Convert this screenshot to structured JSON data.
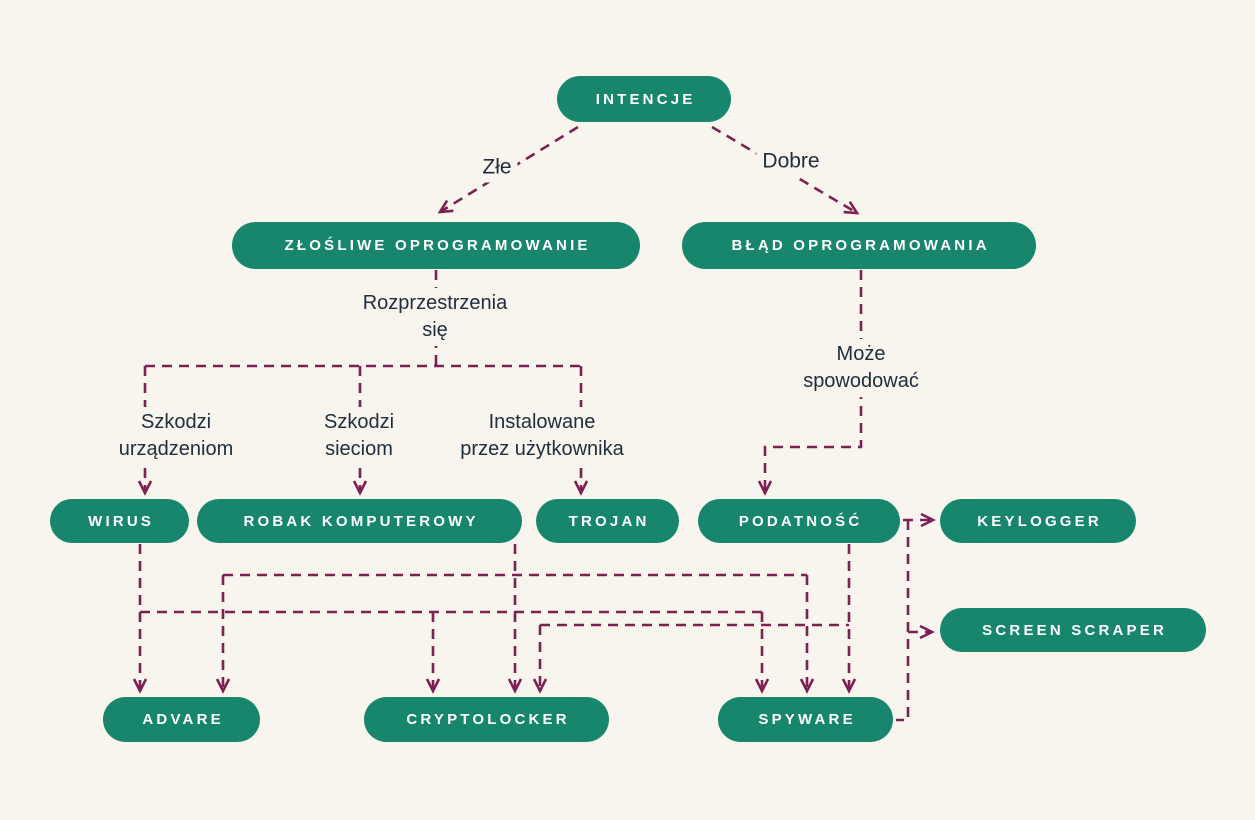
{
  "palette": {
    "background": "#f7f5ee",
    "node_fill": "#17866c",
    "node_text": "#ffffff",
    "edge_color": "#7e2152",
    "label_text": "#212e3d"
  },
  "nodes": {
    "intencje": "INTENCJE",
    "zlosliwe_oprogramowanie": "ZŁOŚLIWE OPROGRAMOWANIE",
    "blad_oprogramowania": "BŁĄD OPROGRAMOWANIA",
    "wirus": "WIRUS",
    "robak_komputerowy": "ROBAK KOMPUTEROWY",
    "trojan": "TROJAN",
    "podatnosc": "PODATNOŚĆ",
    "keylogger": "KEYLOGGER",
    "screen_scraper": "SCREEN SCRAPER",
    "advare": "ADVARE",
    "cryptolocker": "CRYPTOLOCKER",
    "spyware": "SPYWARE"
  },
  "edge_labels": {
    "zle": "Złe",
    "dobre": "Dobre",
    "rozprzestrzenia": {
      "line1": "Rozprzestrzenia",
      "line2": "się"
    },
    "szkodzi_urzadzeniom": {
      "line1": "Szkodzi",
      "line2": "urządzeniom"
    },
    "szkodzi_sieciom": {
      "line1": "Szkodzi",
      "line2": "sieciom"
    },
    "instalowane": {
      "line1": "Instalowane",
      "line2": "przez użytkownika"
    },
    "moze_spowodowac": {
      "line1": "Może",
      "line2": "spowodować"
    }
  },
  "edges": [
    {
      "from": "INTENCJE",
      "to": "ZŁOŚLIWE OPROGRAMOWANIE",
      "label": "Złe"
    },
    {
      "from": "INTENCJE",
      "to": "BŁĄD OPROGRAMOWANIA",
      "label": "Dobre"
    },
    {
      "from": "ZŁOŚLIWE OPROGRAMOWANIE",
      "to": "WIRUS",
      "label": "Rozprzestrzenia się · Szkodzi urządzeniom"
    },
    {
      "from": "ZŁOŚLIWE OPROGRAMOWANIE",
      "to": "ROBAK KOMPUTEROWY",
      "label": "Rozprzestrzenia się · Szkodzi sieciom"
    },
    {
      "from": "ZŁOŚLIWE OPROGRAMOWANIE",
      "to": "TROJAN",
      "label": "Rozprzestrzenia się · Instalowane przez użytkownika"
    },
    {
      "from": "BŁĄD OPROGRAMOWANIA",
      "to": "PODATNOŚĆ",
      "label": "Może spowodować"
    },
    {
      "from": "WIRUS",
      "to": "ADVARE"
    },
    {
      "from": "WIRUS",
      "to": "CRYPTOLOCKER"
    },
    {
      "from": "WIRUS",
      "to": "SPYWARE"
    },
    {
      "from": "ROBAK KOMPUTEROWY / TROJAN",
      "to": "ADVARE"
    },
    {
      "from": "ROBAK KOMPUTEROWY / TROJAN",
      "to": "CRYPTOLOCKER"
    },
    {
      "from": "ROBAK KOMPUTEROWY / TROJAN",
      "to": "SPYWARE"
    },
    {
      "from": "PODATNOŚĆ",
      "to": "CRYPTOLOCKER"
    },
    {
      "from": "PODATNOŚĆ",
      "to": "SPYWARE"
    },
    {
      "from": "PODATNOŚĆ",
      "to": "KEYLOGGER"
    },
    {
      "from": "SPYWARE",
      "to": "KEYLOGGER"
    },
    {
      "from": "SPYWARE",
      "to": "SCREEN SCRAPER"
    }
  ]
}
